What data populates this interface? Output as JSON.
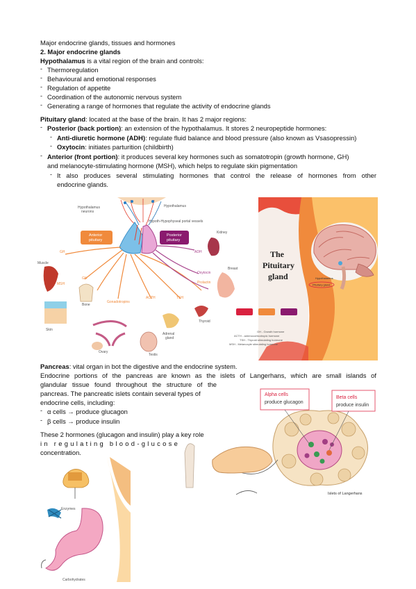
{
  "header": {
    "doc_title": "Major endocrine glands, tissues and hormones",
    "section_title": "2. Major endocrine glands"
  },
  "hypothalamus": {
    "term": "Hypothalamus",
    "intro": " is a vital region of the brain and controls:",
    "items": [
      "Thermoregulation",
      "Behavioural and emotional responses",
      "Regulation of appetite",
      "Coordination of the autonomic nervous system",
      "Generating a range of hormones that regulate the activity of endocrine glands"
    ]
  },
  "pituitary": {
    "term": "Pituitary gland",
    "intro": ": located at the base of the brain. It has 2 major regions:",
    "posterior_term": "Posterior (back portion)",
    "posterior_text": ": an extension of the hypothalamus. It stores 2 neuropeptide hormones:",
    "adh_term": "Anti-diuretic hormone (ADH)",
    "adh_text": ": regulate fluid balance and blood pressure (also known as Vsasopressin)",
    "oxy_term": "Oxytocin",
    "oxy_text": ": initiates parturition (childbirth)",
    "anterior_term": "Anterior (front portion)",
    "anterior_text_1": ": it produces several key hormones such as somatotropin (growth hormone, GH)",
    "anterior_text_2": "and melanocyte-stimulating hormone (MSH), which helps to regulate skin pigmentation",
    "also_1": "It also produces several stimulating hormones that control the release of hormones from other",
    "also_2": "endocrine glands."
  },
  "figure_pituitary": {
    "labels": {
      "hypothalamus_neurons_1": "Hypothalamus",
      "hypothalamus_neurons_2": "neurons",
      "hypothalamus": "Hypothalamus",
      "portal": "Hypoth-Hypophyseal portal vessels",
      "anterior_1": "Anterior",
      "anterior_2": "pituitary",
      "posterior_1": "Posterior",
      "posterior_2": "pituitary",
      "kidney": "Kidney",
      "adh": "ADH",
      "oxytocin": "Oxytocin",
      "prolactin": "Prolactin",
      "breast": "Breast",
      "muscle": "Muscle",
      "gh1": "GH",
      "gh2": "GH",
      "msh": "MSH",
      "skin": "Skin",
      "bone": "Bone",
      "gonadotropins": "Gonadotropins",
      "acth": "ACTH",
      "tsh": "TSH",
      "adrenal_1": "Adrenal",
      "adrenal_2": "gland",
      "thyroid": "Thyroid",
      "ovary": "Ovary",
      "testis": "Testis"
    },
    "title_1": "The",
    "title_2": "Pituitary",
    "title_3": "gland",
    "legend": [
      "GH - Growth hormone",
      "ACTH - adrenocorticotropic hormone",
      "TSH - Thyroid stimulating hormone",
      "MSH - Melanocyte stimulating hormone"
    ],
    "brain_labels": {
      "hypothalamus": "Hypothalamus",
      "pituitary": "Pituitary gland"
    }
  },
  "pancreas": {
    "term": "Pancreas",
    "intro": ": vital organ in bot the digestive and the endocrine system.",
    "para_1a": "Endocrine portions of the pancreas are known as the islets of Langerhans, which are small islands of",
    "para_1b": "glandular tissue found throughout the structure of the",
    "para_1c": "pancreas. The pancreatic islets contain several types of",
    "para_1d": "endocrine cells, including:",
    "alpha": "α cells → produce glucagon",
    "beta": "β cells → produce insulin",
    "para_2a": "These 2 hormones (glucagon and insulin) play a key role",
    "para_2b": "in regulating blood-glucose",
    "para_2c": "concentration."
  },
  "figure_islets": {
    "alpha_1": "Alpha cells",
    "alpha_2": "produce glucagon",
    "beta_1": "Beta cells",
    "beta_2": "produce insulin",
    "caption": "Islets of Langerhans"
  },
  "figure_digestive": {
    "enzymes": "Enzymes",
    "carbohydrates": "Carbohydrates"
  }
}
